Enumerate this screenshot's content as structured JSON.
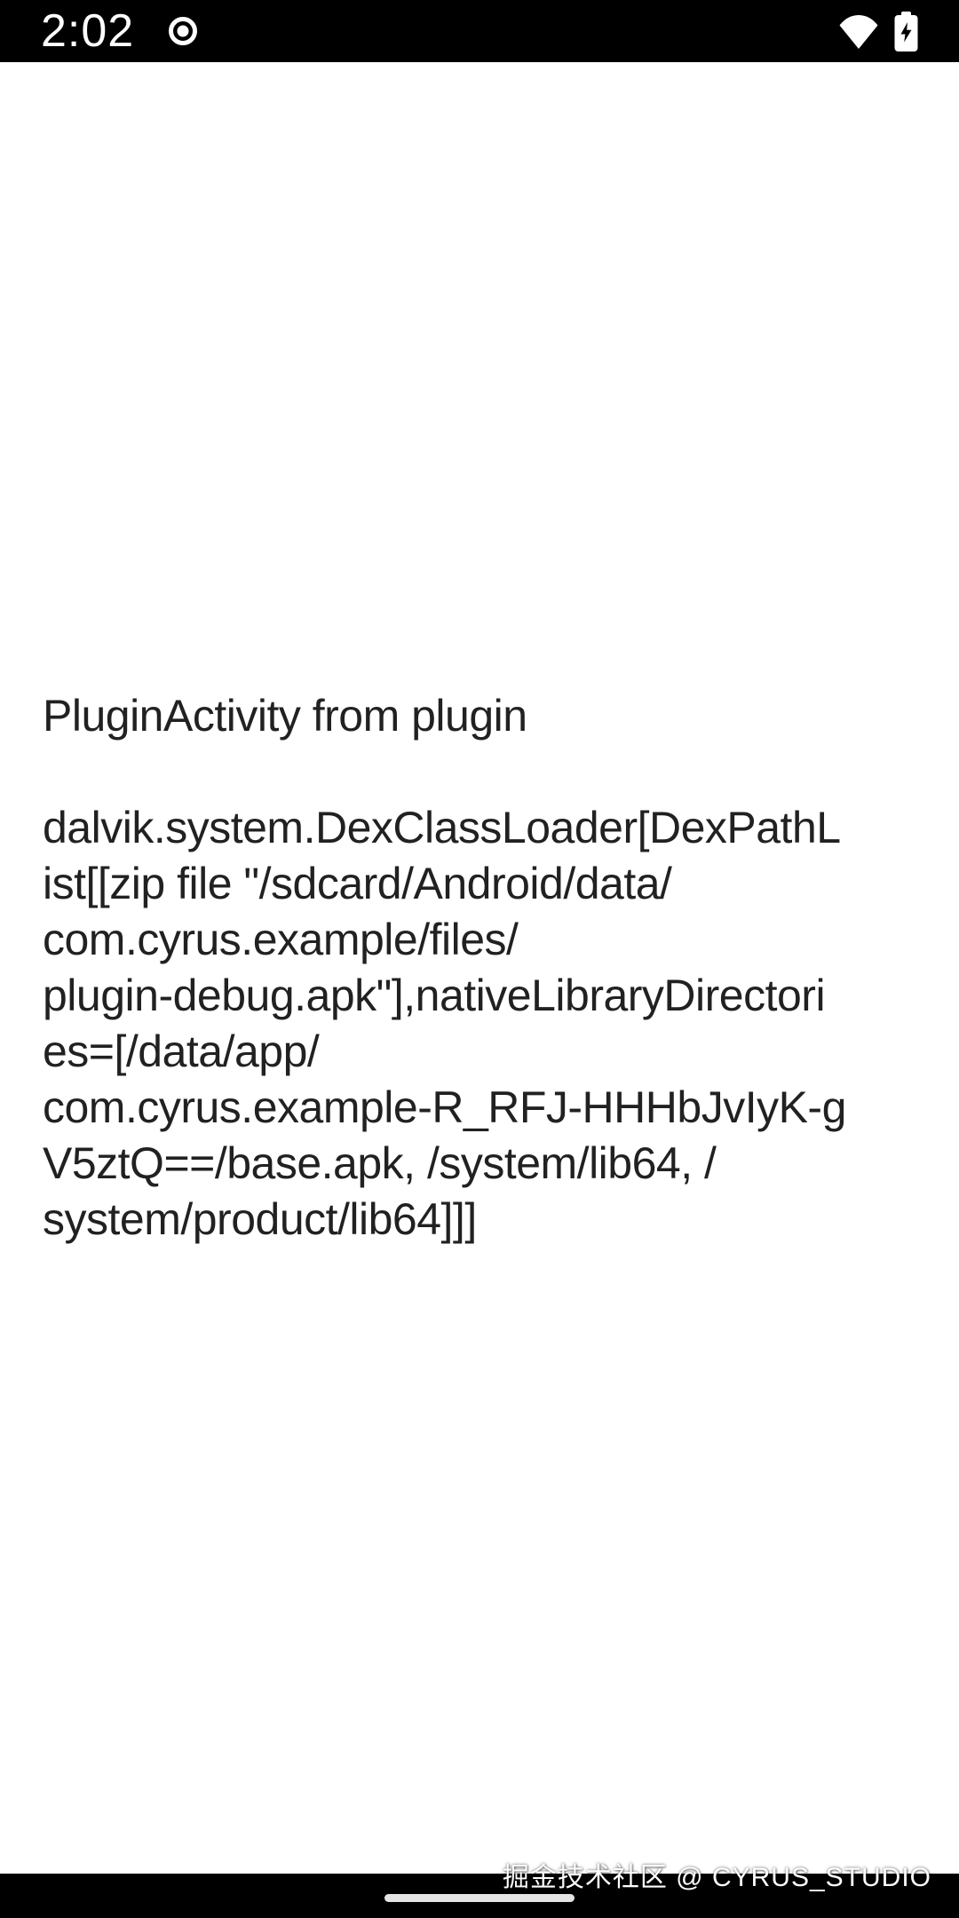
{
  "status_bar": {
    "time": "2:02",
    "icons": [
      "screen-record-icon",
      "wifi-icon",
      "battery-charging-icon"
    ]
  },
  "content": {
    "lines": [
      "PluginActivity from plugin",
      "",
      "dalvik.system.DexClassLoader[DexPathL",
      "ist[[zip file \"/sdcard/Android/data/",
      "com.cyrus.example/files/",
      "plugin-debug.apk\"],nativeLibraryDirectori",
      "es=[/data/app/",
      "com.cyrus.example-R_RFJ-HHHbJvIyK-g",
      "V5ztQ==/base.apk, /system/lib64, /",
      "system/product/lib64]]]"
    ],
    "full_text": "PluginActivity from plugin\n\ndalvik.system.DexClassLoader[DexPathList[[zip file \"/sdcard/Android/data/com.cyrus.example/files/plugin-debug.apk\"],nativeLibraryDirectories=[/data/app/com.cyrus.example-R_RFJ-HHHbJvIyK-gV5ztQ==/base.apk, /system/lib64, /system/product/lib64]]]"
  },
  "watermark": {
    "text": "掘金技术社区 @ CYRUS_STUDIO"
  },
  "colors": {
    "status_bar_bg": "#000000",
    "nav_bar_bg": "#000000",
    "content_bg": "#ffffff",
    "text": "#212121",
    "status_icons": "#ffffff",
    "home_pill": "#e4e4e4",
    "watermark_text": "#fdfdfd"
  }
}
